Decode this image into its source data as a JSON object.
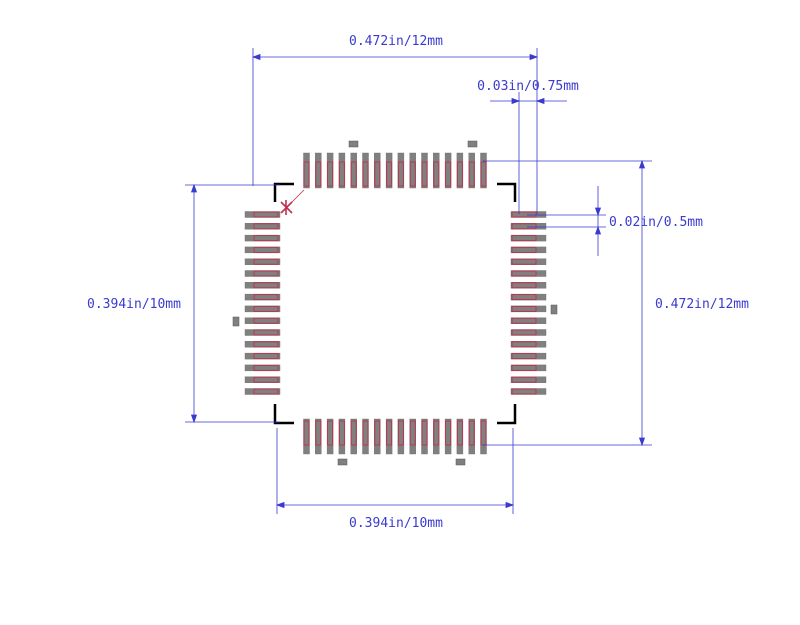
{
  "dimensions": {
    "top_width": "0.472in/12mm",
    "pad_length": "0.03in/0.75mm",
    "pitch": "0.02in/0.5mm",
    "left_height": "0.394in/10mm",
    "right_height": "0.472in/12mm",
    "bottom_width": "0.394in/10mm"
  },
  "package": {
    "pins_per_side": 16,
    "pad_color": "#808080",
    "outline_color": "#c0304a",
    "dimension_color": "#3a3ad0",
    "body_marker_color": "#000000"
  }
}
